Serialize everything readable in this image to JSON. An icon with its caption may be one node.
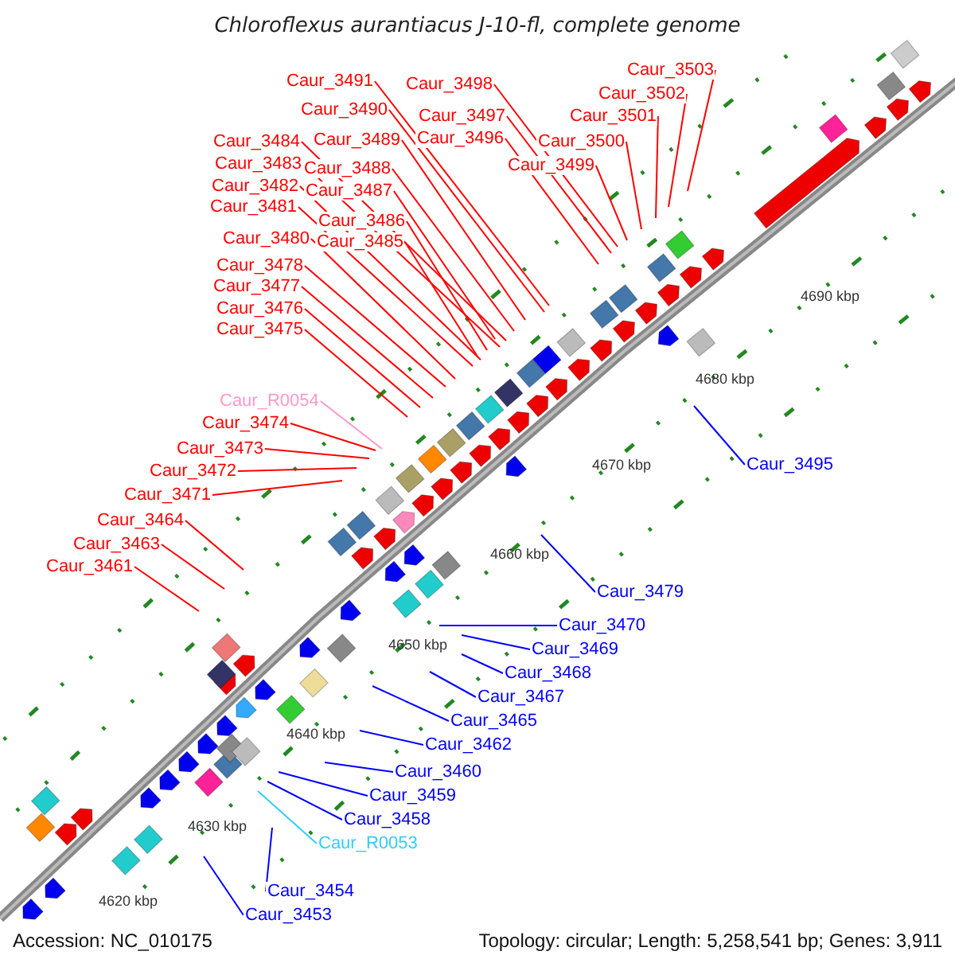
{
  "diagram": {
    "title": "Chloroflexus aurantiacus J-10-fl, complete genome",
    "nodes": [
      {
        "text": [
          "Caur_3503"
        ]
      },
      {
        "text": [
          "Caur_3491"
        ]
      },
      {
        "text": [
          "Caur_3498"
        ]
      },
      {
        "text": [
          "Caur_3502"
        ]
      },
      {
        "text": [
          "Caur_3490"
        ]
      },
      {
        "text": [
          "Caur_3501"
        ]
      },
      {
        "text": [
          "Caur_3497"
        ]
      },
      {
        "text": [
          "Caur_3484"
        ]
      },
      {
        "text": [
          "Caur_3489"
        ]
      },
      {
        "text": [
          "Caur_3496"
        ]
      },
      {
        "text": [
          "Caur_3500"
        ]
      },
      {
        "text": [
          "Caur_3483"
        ]
      },
      {
        "text": [
          "Caur_3499"
        ]
      },
      {
        "text": [
          "Caur_3488"
        ]
      },
      {
        "text": [
          "Caur_3482"
        ]
      },
      {
        "text": [
          "Caur_3487"
        ]
      },
      {
        "text": [
          "Caur_3481"
        ]
      },
      {
        "text": [
          "Caur_3486"
        ]
      },
      {
        "text": [
          "Caur_3480"
        ]
      },
      {
        "text": [
          "Caur_3485"
        ]
      },
      {
        "text": [
          "Caur_3478"
        ]
      },
      {
        "text": [
          "Caur_3477"
        ]
      },
      {
        "text": [
          "Caur_3476"
        ]
      },
      {
        "text": [
          "Caur_3475"
        ]
      },
      {
        "text": [
          "Caur_R0054"
        ]
      },
      {
        "text": [
          "Caur_3474"
        ]
      },
      {
        "text": [
          "Caur_3473"
        ]
      },
      {
        "text": [
          "Caur_3495"
        ]
      },
      {
        "text": [
          "Caur_3472"
        ]
      },
      {
        "text": [
          "Caur_3471"
        ]
      },
      {
        "text": [
          "Caur_3464"
        ]
      },
      {
        "text": [
          "Caur_3463"
        ]
      },
      {
        "text": [
          "Caur_3461"
        ]
      },
      {
        "text": [
          "Caur_3479"
        ]
      },
      {
        "text": [
          "Caur_3470"
        ]
      },
      {
        "text": [
          "Caur_3469"
        ]
      },
      {
        "text": [
          "Caur_3468"
        ]
      },
      {
        "text": [
          "Caur_3467"
        ]
      },
      {
        "text": [
          "Caur_3465"
        ]
      },
      {
        "text": [
          "Caur_3462"
        ]
      },
      {
        "text": [
          "Caur_3460"
        ]
      },
      {
        "text": [
          "Caur_3459"
        ]
      },
      {
        "text": [
          "Caur_3458"
        ]
      },
      {
        "text": [
          "Caur_R0053"
        ]
      },
      {
        "text": [
          "Caur_3454"
        ]
      },
      {
        "text": [
          "Caur_3453"
        ]
      }
    ],
    "edges": [
      {
        "from": 0,
        "to": null,
        "arrow": "none"
      },
      {
        "from": 1,
        "to": null,
        "arrow": "none"
      },
      {
        "from": 2,
        "to": null,
        "arrow": "none"
      },
      {
        "from": 3,
        "to": null,
        "arrow": "none"
      },
      {
        "from": 4,
        "to": null,
        "arrow": "none"
      },
      {
        "from": 5,
        "to": null,
        "arrow": "none"
      },
      {
        "from": 6,
        "to": null,
        "arrow": "none"
      },
      {
        "from": 7,
        "to": null,
        "arrow": "none"
      },
      {
        "from": 8,
        "to": null,
        "arrow": "none"
      },
      {
        "from": 9,
        "to": null,
        "arrow": "none"
      },
      {
        "from": 10,
        "to": null,
        "arrow": "none"
      },
      {
        "from": 11,
        "to": null,
        "arrow": "none"
      },
      {
        "from": 12,
        "to": null,
        "arrow": "none"
      },
      {
        "from": 13,
        "to": null,
        "arrow": "none"
      },
      {
        "from": 14,
        "to": null,
        "arrow": "none"
      },
      {
        "from": 15,
        "to": null,
        "arrow": "none"
      },
      {
        "from": 16,
        "to": null,
        "arrow": "none"
      },
      {
        "from": 17,
        "to": null,
        "arrow": "none"
      },
      {
        "from": 18,
        "to": null,
        "arrow": "none"
      },
      {
        "from": 19,
        "to": null,
        "arrow": "none"
      },
      {
        "from": 20,
        "to": null,
        "arrow": "none"
      },
      {
        "from": 21,
        "to": null,
        "arrow": "none"
      },
      {
        "from": 22,
        "to": null,
        "arrow": "none"
      },
      {
        "from": 23,
        "to": null,
        "arrow": "none"
      },
      {
        "from": 24,
        "to": null,
        "arrow": "none",
        "color": "#ff99cc"
      },
      {
        "from": 25,
        "to": null,
        "arrow": "none"
      },
      {
        "from": 26,
        "to": null,
        "arrow": "none"
      },
      {
        "from": 27,
        "to": null,
        "arrow": "none",
        "color": "#0000ff"
      },
      {
        "from": 28,
        "to": null,
        "arrow": "none"
      },
      {
        "from": 29,
        "to": null,
        "arrow": "none"
      },
      {
        "from": 30,
        "to": null,
        "arrow": "none"
      },
      {
        "from": 31,
        "to": null,
        "arrow": "none"
      },
      {
        "from": 32,
        "to": null,
        "arrow": "none"
      },
      {
        "from": 33,
        "to": null,
        "arrow": "none",
        "color": "#0000ff"
      },
      {
        "from": 34,
        "to": null,
        "arrow": "none",
        "color": "#0000ff"
      },
      {
        "from": 35,
        "to": null,
        "arrow": "none",
        "color": "#0000ff"
      },
      {
        "from": 36,
        "to": null,
        "arrow": "none",
        "color": "#0000ff"
      },
      {
        "from": 37,
        "to": null,
        "arrow": "none",
        "color": "#0000ff"
      },
      {
        "from": 38,
        "to": null,
        "arrow": "none",
        "color": "#0000ff"
      },
      {
        "from": 39,
        "to": null,
        "arrow": "none",
        "color": "#0000ff"
      },
      {
        "from": 40,
        "to": null,
        "arrow": "none",
        "color": "#0000ff"
      },
      {
        "from": 41,
        "to": null,
        "arrow": "none",
        "color": "#0000ff"
      },
      {
        "from": 42,
        "to": null,
        "arrow": "none",
        "color": "#0000ff"
      },
      {
        "from": 43,
        "to": null,
        "arrow": "none",
        "color": "#33ccff"
      },
      {
        "from": 44,
        "to": null,
        "arrow": "none",
        "color": "#0000ff"
      },
      {
        "from": 45,
        "to": null,
        "arrow": "none",
        "color": "#0000ff"
      }
    ],
    "labels": [
      "4690 kbp",
      "4680 kbp",
      "4670 kbp",
      "4660 kbp",
      "4650 kbp",
      "4640 kbp",
      "4630 kbp",
      "4620 kbp",
      "Accession: NC_010175",
      "Topology: circular; Length: 5,258,541 bp; Genes: 3,911"
    ]
  }
}
